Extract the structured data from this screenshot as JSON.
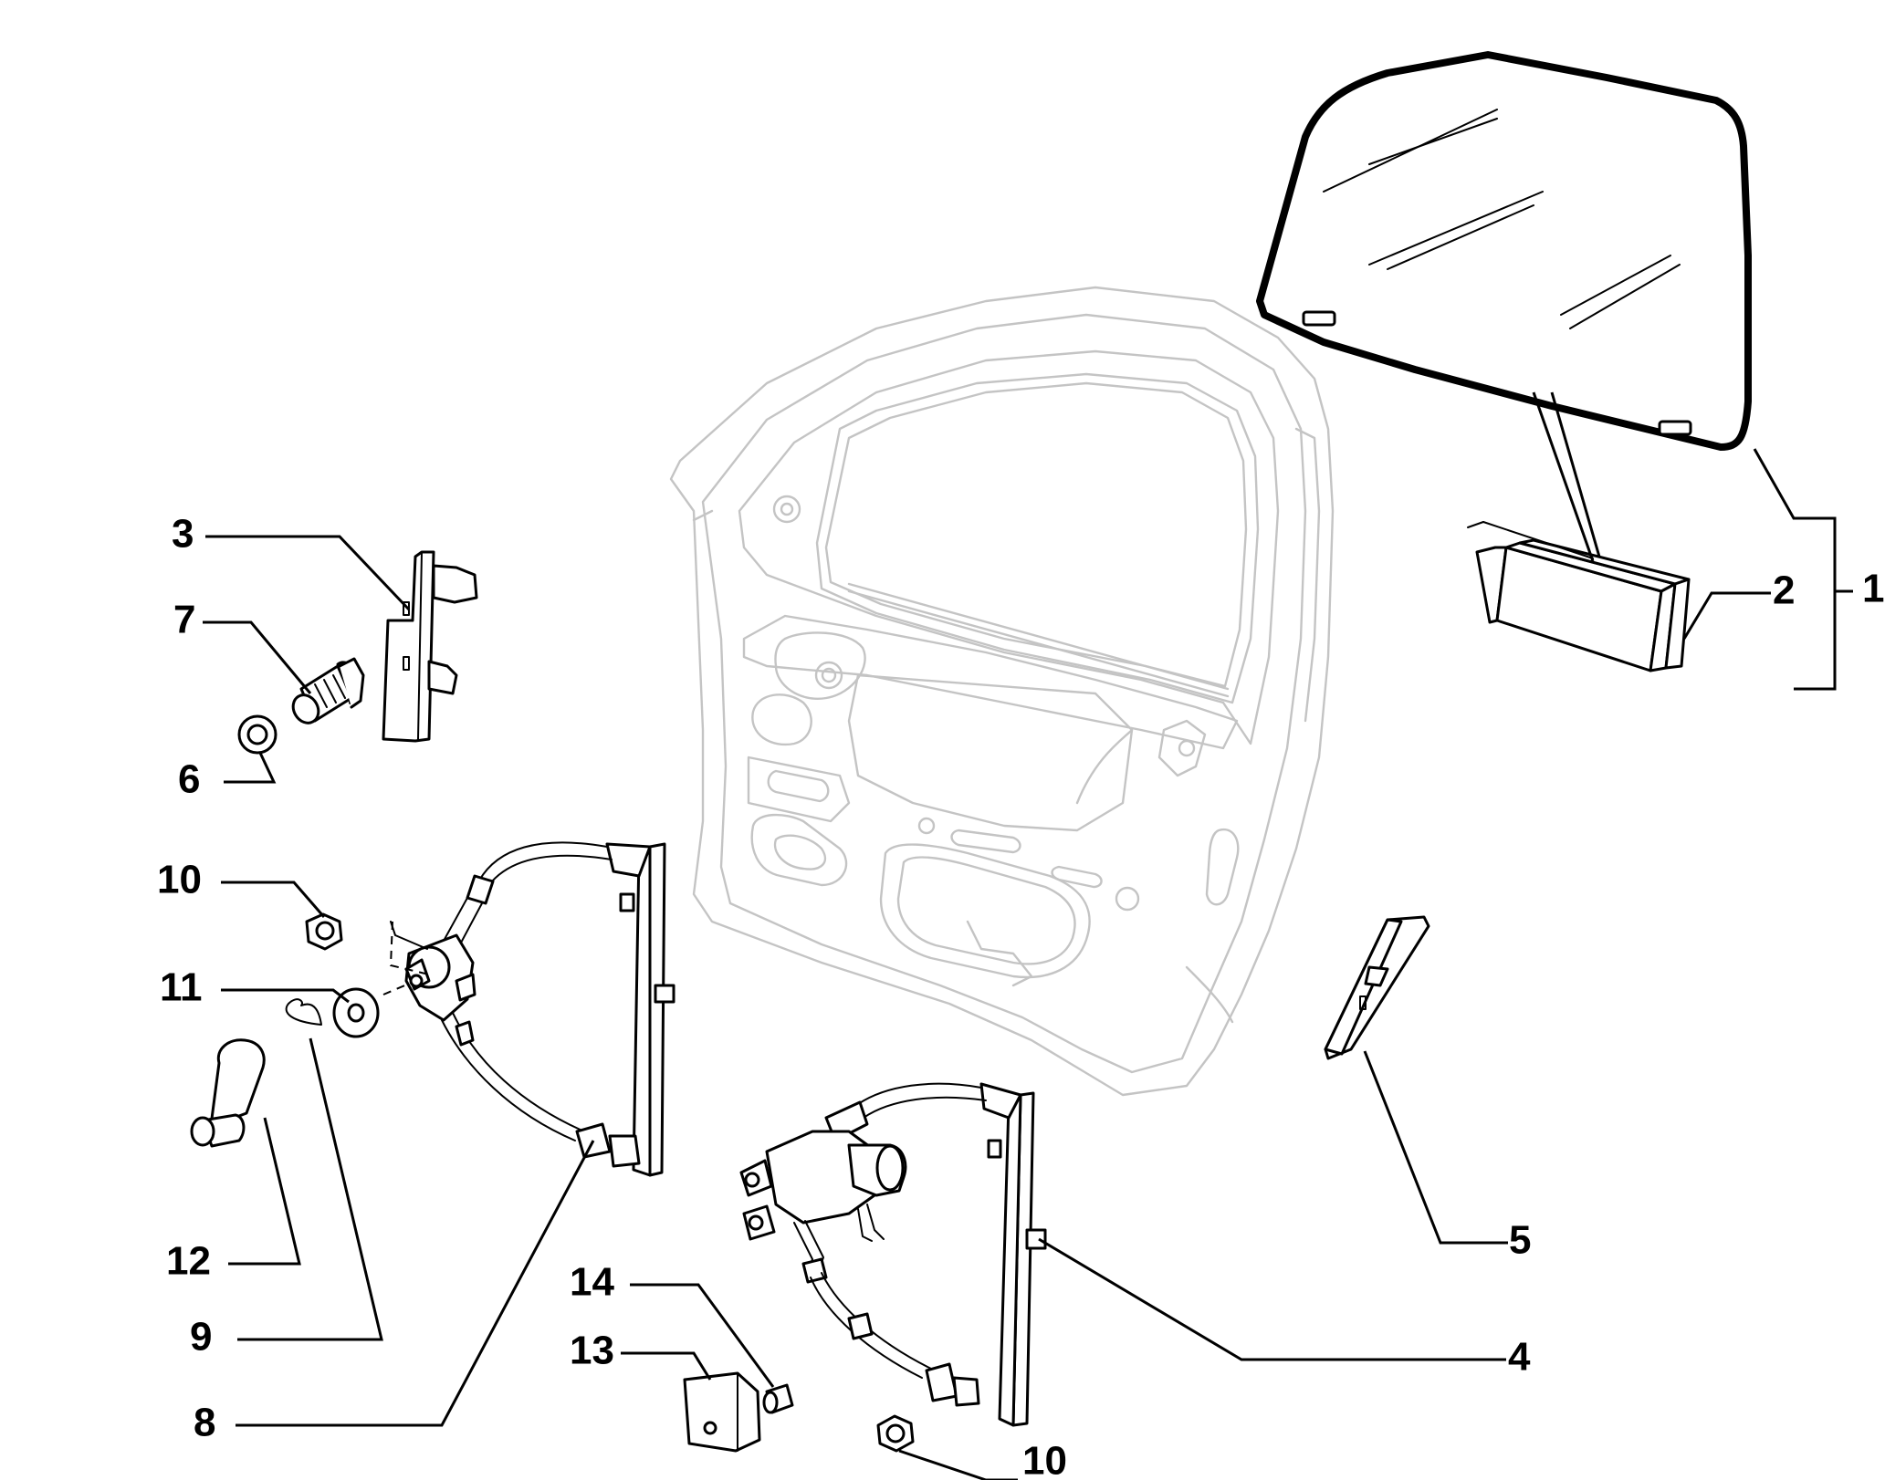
{
  "callouts": {
    "c1": "1",
    "c2": "2",
    "c3": "3",
    "c4": "4",
    "c5": "5",
    "c6": "6",
    "c7": "7",
    "c8": "8",
    "c9": "9",
    "c10_upper": "10",
    "c10_lower": "10",
    "c11": "11",
    "c12": "12",
    "c13": "13",
    "c14": "14"
  }
}
